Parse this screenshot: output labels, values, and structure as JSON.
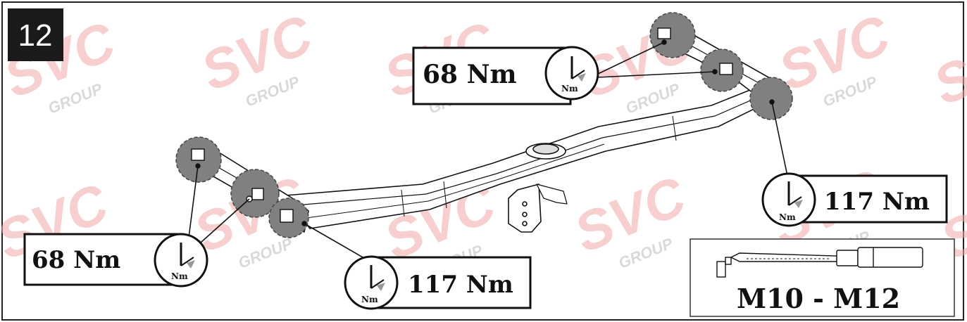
{
  "step": {
    "number": "12"
  },
  "watermark": {
    "brand": "SVC",
    "subtitle": "GROUP",
    "color": "#f2a8a8"
  },
  "torque_labels": [
    {
      "value": "68 Nm",
      "unit_icon": "torque-wrench-icon",
      "unit": "Nm"
    },
    {
      "value": "117 Nm",
      "unit_icon": "torque-wrench-icon",
      "unit": "Nm"
    },
    {
      "value": "68 Nm",
      "unit_icon": "torque-wrench-icon",
      "unit": "Nm"
    },
    {
      "value": "117 Nm",
      "unit_icon": "torque-wrench-icon",
      "unit": "Nm"
    }
  ],
  "bolt_inset": {
    "label": "M10 - M12",
    "icon": "bolt-icon"
  },
  "colors": {
    "ink": "#111111",
    "highlight": "#808080",
    "frame": "#222222"
  }
}
